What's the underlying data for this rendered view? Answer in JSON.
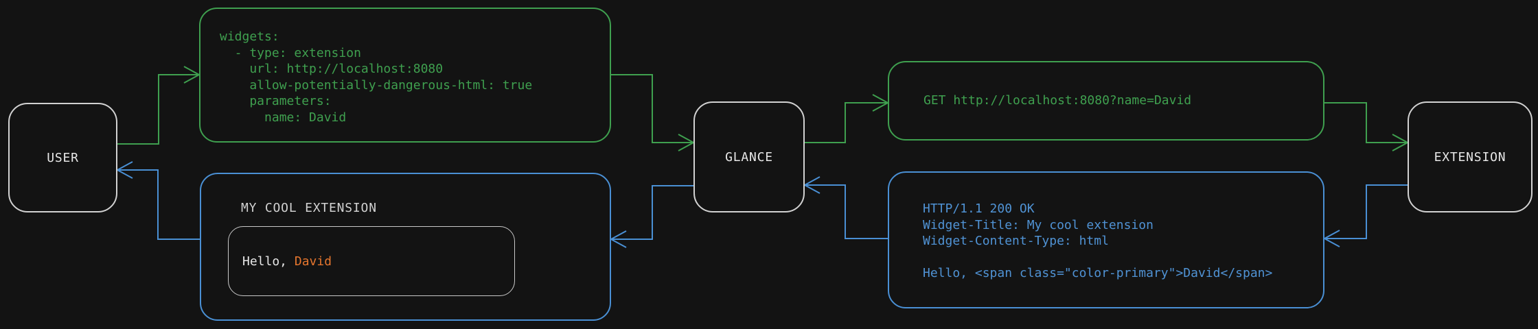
{
  "canvas": {
    "background": "#131313",
    "request_color": "#3fa04f",
    "response_color": "#4a90d5",
    "neutral_color": "#d2d2d2",
    "accent_color": "#e6762e"
  },
  "nodes": {
    "user": {
      "label": "USER"
    },
    "glance": {
      "label": "GLANCE"
    },
    "extension": {
      "label": "EXTENSION"
    }
  },
  "config_box": {
    "lines": [
      "widgets:",
      "  - type: extension",
      "    url: http://localhost:8080",
      "    allow-potentially-dangerous-html: true",
      "    parameters:",
      "      name: David"
    ]
  },
  "request_box": {
    "text": "GET http://localhost:8080?name=David"
  },
  "response_box": {
    "lines": [
      "HTTP/1.1 200 OK",
      "Widget-Title: My cool extension",
      "Widget-Content-Type: html",
      "",
      "Hello, <span class=\"color-primary\">David</span>"
    ]
  },
  "widget_box": {
    "title": "MY COOL EXTENSION",
    "greeting_prefix": "Hello, ",
    "greeting_name": "David"
  }
}
